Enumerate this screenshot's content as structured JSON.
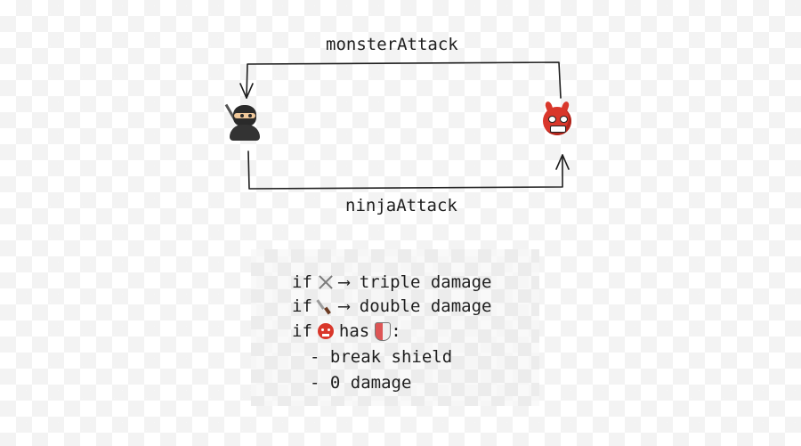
{
  "diagram": {
    "top_arrow_label": "monsterAttack",
    "bottom_arrow_label": "ninjaAttack",
    "nodes": [
      {
        "id": "ninja",
        "icon": "ninja-icon"
      },
      {
        "id": "monster",
        "icon": "ogre-icon"
      }
    ]
  },
  "rules": {
    "line1": {
      "prefix": "if",
      "icon": "crossed-swords-icon",
      "text": "⟶ triple damage"
    },
    "line2": {
      "prefix": "if",
      "icon": "dagger-icon",
      "text": "⟶ double damage"
    },
    "line3": {
      "prefix": "if",
      "icon": "ogre-icon",
      "middle": "has",
      "icon2": "shield-icon",
      "suffix": ":"
    },
    "line4": {
      "text": "- break shield"
    },
    "line5": {
      "text": "- 0 damage"
    }
  }
}
